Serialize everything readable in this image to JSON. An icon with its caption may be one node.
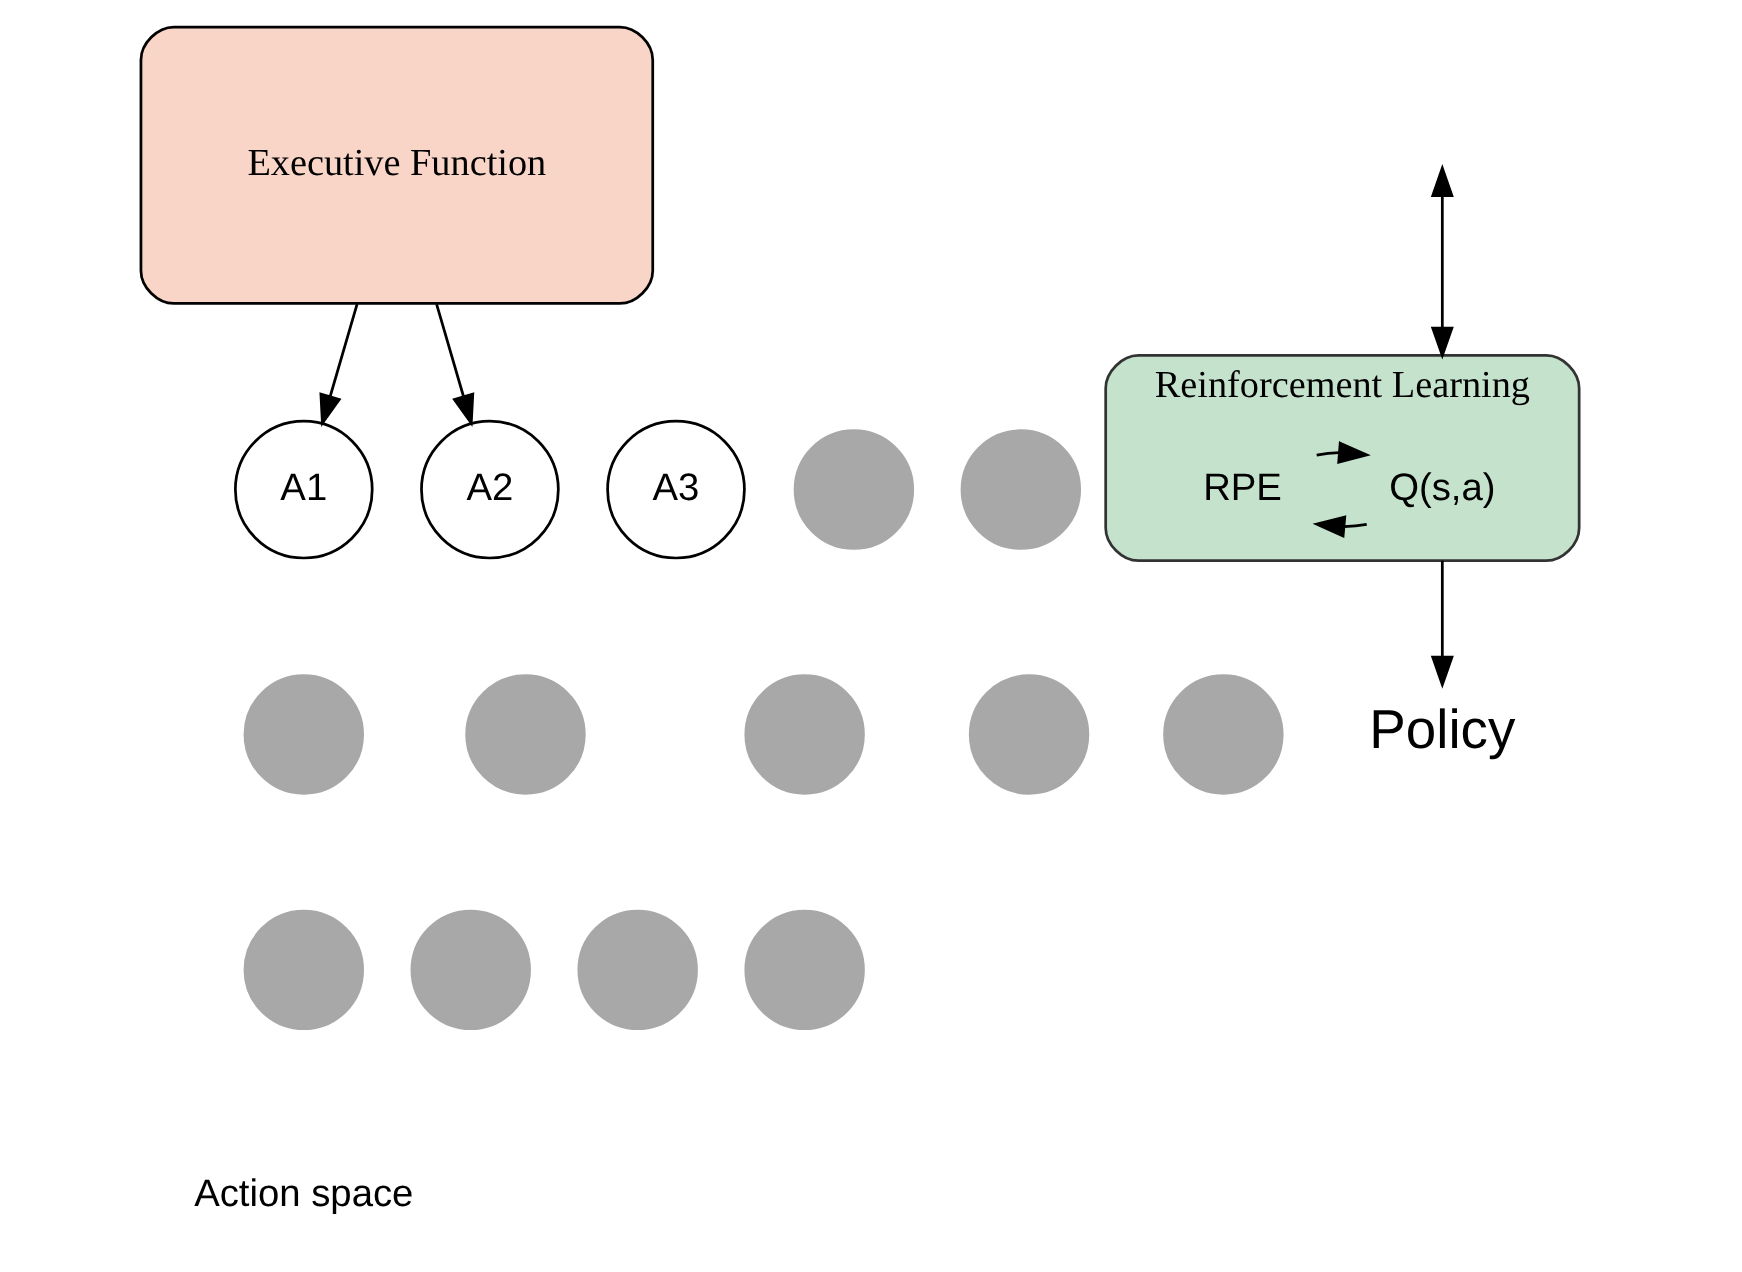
{
  "diagram": {
    "nodes": [
      {
        "text": [
          "Executive Function"
        ]
      },
      {
        "text": [
          "A1"
        ]
      },
      {
        "text": [
          "A2"
        ]
      },
      {
        "text": [
          "A3"
        ]
      },
      {
        "text": [],
        "shape": "circle"
      },
      {
        "text": [],
        "shape": "circle"
      },
      {
        "text": [],
        "shape": "circle"
      },
      {
        "text": [],
        "shape": "circle"
      },
      {
        "text": [],
        "shape": "circle"
      },
      {
        "text": [],
        "shape": "circle"
      },
      {
        "text": [],
        "shape": "circle"
      },
      {
        "text": [],
        "shape": "circle"
      },
      {
        "text": [],
        "shape": "circle"
      },
      {
        "text": [],
        "shape": "circle"
      },
      {
        "text": [],
        "shape": "circle"
      },
      {
        "text": [
          "Reinforcement Learning"
        ]
      },
      {
        "text": [
          "Q(s,a)"
        ],
        "in": 15
      },
      {
        "text": [
          "RPE"
        ],
        "in": 15
      },
      {
        "text": [
          "Policy"
        ]
      }
    ],
    "edges": [
      {
        "from": 0,
        "to": 1,
        "arrow": "to"
      },
      {
        "from": 0,
        "to": 2,
        "arrow": "to"
      },
      {
        "from": null,
        "to": 15,
        "arrow": "both"
      },
      {
        "from": 16,
        "to": 17,
        "arrow": "to"
      },
      {
        "from": 17,
        "to": 16,
        "arrow": "to"
      },
      {
        "from": 15,
        "to": 18,
        "arrow": "to"
      }
    ],
    "labels": [
      "Action space"
    ]
  }
}
